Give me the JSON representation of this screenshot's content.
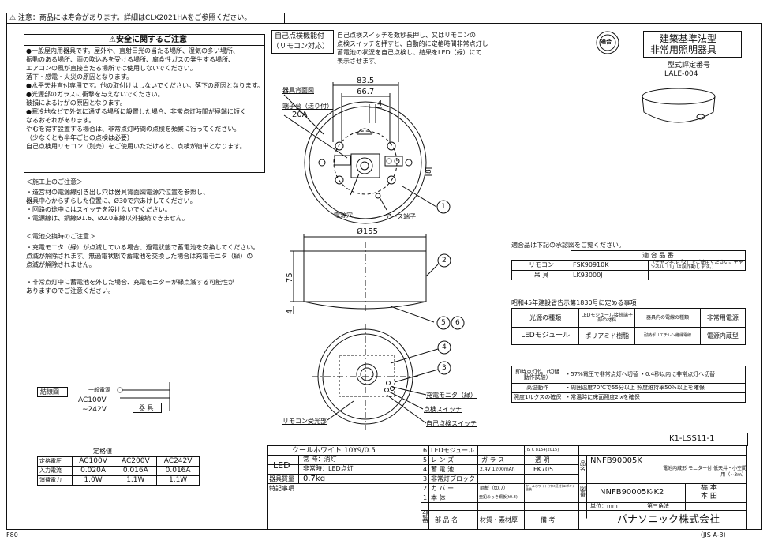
{
  "top_notice": "⚠ 注意：商品には寿命があります。詳細はCLX2021HAをご参照ください。",
  "safety": {
    "title": "⚠安全に関するご注意",
    "lines": [
      "●一般屋内用器具です。屋外や、直射日光の当たる場所、湿気の多い場所、",
      "  振動のある場所、雨の吹込みを受ける場所、腐食性ガスの発生する場所、",
      "  エアコンの風が直接当たる場所では使用しないでください。",
      "  落下・感電・火災の原因となります。",
      "●水平天井直付専用です。他の取付けはしないでください。落下の原因となります。",
      "●光源部のガラスに衝撃を与えないでください。",
      "  破損によるけがの原因となります。",
      "●寒冷地などで外気に通ずる場所に設置した場合、非常点灯時間が極端に短く",
      "  なるおそれがあります。",
      "  やむを得ず設置する場合は、非常点灯時間の点検を頻繁に行ってください。",
      "  （少なくとも半年ごとの点検は必要）",
      "  自己点検用リモコン（別売）をご使用いただけると、点検が簡単となります。"
    ]
  },
  "construction": {
    "title": "＜施工上のご注意＞",
    "lines": [
      "・造営材の電源線引き出し穴は器具背面図電源穴位置を参照し、",
      "  器具中心からずらした位置に、Ø30で穴あけしてください。",
      "・回路の途中にはスイッチを設けないでください。",
      "・電源線は、銅線Ø1.6、Ø2.0単線以外接続できません。"
    ]
  },
  "battery": {
    "title": "＜電池交換時のご注意＞",
    "lines": [
      "・充電モニタ（緑）が点滅している場合、過電状態で蓄電池を交換してください。",
      "  点滅が解除されます。無過電状態で蓄電池を交換した場合は充電モニタ（緑）の",
      "  点滅が解除されません。",
      "",
      "・非常点灯中に蓄電池を外した場合、充電モニターが緑点滅する可能性が",
      "  ありますのでご注意ください。"
    ]
  },
  "selfcheck": {
    "label_1": "自己点検機能付",
    "label_2": "（リモコン対応）",
    "lines": [
      "自己点検スイッチを数秒長押し、又はリモコンの",
      "点検スイッチを押すと、自動的に定格時間非常点灯し",
      "蓄電池の状況を自己点検し、結果をLED（緑）にて",
      "表示させます。"
    ]
  },
  "mark_text": "適合",
  "standard": {
    "line1": "建築基準法型",
    "line2": "非常用照明器具",
    "approval_label": "型式評定番号",
    "approval_no": "LALE-004"
  },
  "drawing": {
    "back_view_label": "器具背面図",
    "terminal_label": "端子台（送り付）",
    "terminal_rating": "20A",
    "dim_83": "83.5",
    "dim_66": "66.7",
    "dim_4": "4",
    "dim_8": "8",
    "power_hole": "電源穴",
    "earth_terminal": "アース端子",
    "dia_155": "Ø155",
    "dim_75": "75",
    "dim_4v": "4",
    "balloons": [
      "1",
      "2",
      "5",
      "6",
      "4",
      "3"
    ],
    "charge_monitor": "充電モニタ（緑）",
    "check_switch": "点検スイッチ",
    "self_check_switch": "自己点検スイッチ",
    "remote_receiver": "リモコン受光部"
  },
  "wiring": {
    "title": "結線図",
    "line_label": "一般電源",
    "voltage1": "AC100V",
    "voltage2": "~242V",
    "fixture": "器 具"
  },
  "compat": {
    "intro": "適合品は下記の承認図をご覧ください。",
    "header": "適 合 品 番",
    "rows": [
      [
        "リモコン",
        "FSK90910K",
        "（チャンネル「2」でご使用ください。チャンネル「1」は誤作動します。）"
      ],
      [
        "吊 具",
        "LK93000J",
        ""
      ]
    ]
  },
  "notice_1830": {
    "title": "昭和45年建設省告示第1830号に定める事項",
    "headers": [
      "光源の種類",
      "LEDモジュール接続端子部の材料",
      "器具内の電線の種類",
      "非常用電源"
    ],
    "row": [
      "LEDモジュール",
      "ポリアミド樹脂",
      "耐熱ポリエチレン絶縁電線",
      "電源内蔵型"
    ]
  },
  "performance": {
    "rows": [
      [
        "即時点灯性（切替動作試験）",
        "・57%電圧で非常点灯へ切替 ・0.4秒以内に非常点灯へ切替"
      ],
      [
        "高温動作",
        "・周囲温度70℃で55分以上 照度維持率50%以上を確保"
      ],
      [
        "照度1ルクスの確保",
        "・常温時に床面照度2lxを確保"
      ]
    ]
  },
  "drawing_no": "K1-LSS11-1",
  "rating": {
    "title": "定格値",
    "headers": [
      "定格電圧",
      "AC100V",
      "AC200V",
      "AC242V"
    ],
    "rows": [
      [
        "入力電流",
        "0.020A",
        "0.016A",
        "0.016A"
      ],
      [
        "消費電力",
        "1.0W",
        "1.1W",
        "1.1W"
      ]
    ]
  },
  "title_block": {
    "color": "クールホワイト 10Y9/0.5",
    "led": "LED",
    "normal": "常 時：消灯",
    "emergency": "非常時：LED点灯",
    "weight_label": "器具質量",
    "weight": "0.7kg",
    "note_label": "特記事項",
    "parts": [
      [
        "6",
        "LEDモジュール",
        "",
        "",
        "JIS C 8154(2015)"
      ],
      [
        "5",
        "レ ン ズ",
        "ガ ラ ス",
        "透 明",
        ""
      ],
      [
        "4",
        "蓄 電 池",
        "2.4V 1200mAh",
        "FK705",
        ""
      ],
      [
        "3",
        "非常灯ブロック",
        "",
        "",
        ""
      ],
      [
        "2",
        "カ バ ー",
        "鋼板（t0.7）",
        "クールホワイト(ｱｸﾘﾙ焼付)エポキシ塗装",
        ""
      ],
      [
        "1",
        "本 体",
        "亜鉛めっき鋼板(t0.8)",
        "",
        ""
      ]
    ],
    "part_head": [
      "部番",
      "部 品 名",
      "材質・素材厚",
      "備 考"
    ],
    "product": "NNFB90005K",
    "product_desc": "電池内蔵形 モニター付 低天井・小空間用（~3m）",
    "drawing_id": "NNFB90005K-K2",
    "unit": "単位：mm",
    "angle": "第三角法",
    "check1": "橋 本",
    "check2": "本 田",
    "company": "パナソニック株式会社",
    "label_hinmei": "品名",
    "label_zuban": "図番"
  },
  "corner_left": "F80",
  "corner_right": "（JIS A-3）"
}
